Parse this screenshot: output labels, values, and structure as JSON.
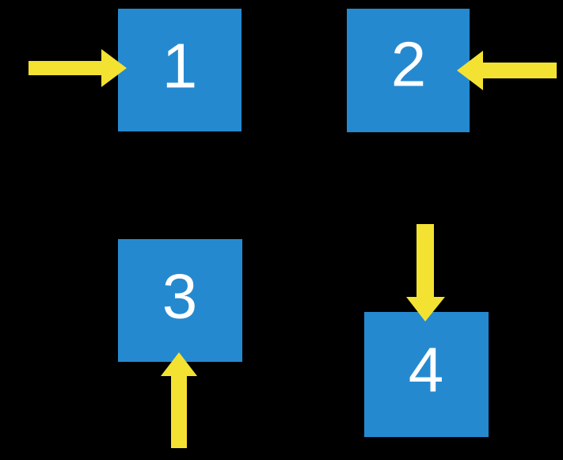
{
  "colors": {
    "background": "#000000",
    "box": "#2589d0",
    "arrow": "#f3e231",
    "label": "#ffffff"
  },
  "boxes": [
    {
      "label": "1",
      "arrow_direction": "right"
    },
    {
      "label": "2",
      "arrow_direction": "left"
    },
    {
      "label": "3",
      "arrow_direction": "up"
    },
    {
      "label": "4",
      "arrow_direction": "down"
    }
  ]
}
